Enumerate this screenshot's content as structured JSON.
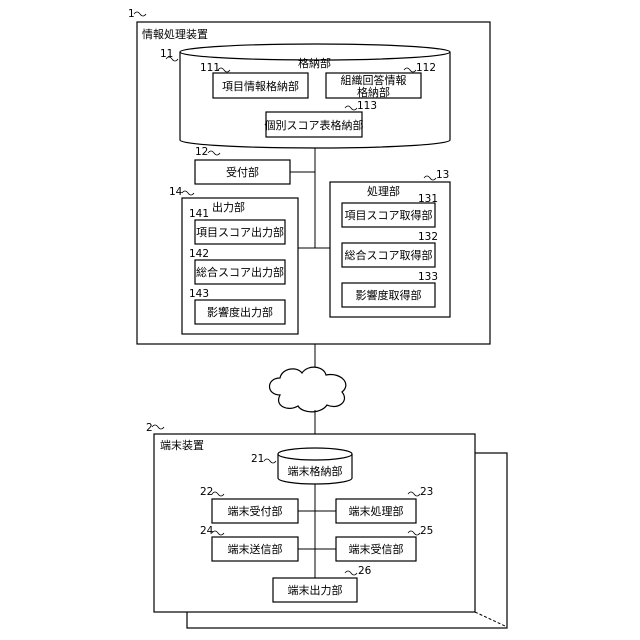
{
  "system": {
    "server": {
      "ref": "1",
      "title": "情報処理装置",
      "storage": {
        "ref": "11",
        "title": "格納部",
        "item_info": {
          "ref": "111",
          "label": "項目情報格納部"
        },
        "org_answer": {
          "ref": "112",
          "line1": "組織回答情報",
          "line2": "格納部"
        },
        "individual_score": {
          "ref": "113",
          "label": "個別スコア表格納部"
        }
      },
      "receiver": {
        "ref": "12",
        "label": "受付部"
      },
      "processor": {
        "ref": "13",
        "title": "処理部",
        "item_score_get": {
          "ref": "131",
          "label": "項目スコア取得部"
        },
        "total_score_get": {
          "ref": "132",
          "label": "総合スコア取得部"
        },
        "influence_get": {
          "ref": "133",
          "label": "影響度取得部"
        }
      },
      "output": {
        "ref": "14",
        "title": "出力部",
        "item_score_out": {
          "ref": "141",
          "label": "項目スコア出力部"
        },
        "total_score_out": {
          "ref": "142",
          "label": "総合スコア出力部"
        },
        "influence_out": {
          "ref": "143",
          "label": "影響度出力部"
        }
      }
    },
    "terminal": {
      "ref": "2",
      "title": "端末装置",
      "storage": {
        "ref": "21",
        "label": "端末格納部"
      },
      "receiver": {
        "ref": "22",
        "label": "端末受付部"
      },
      "processor": {
        "ref": "23",
        "label": "端末処理部"
      },
      "sender": {
        "ref": "24",
        "label": "端末送信部"
      },
      "recv_unit": {
        "ref": "25",
        "label": "端末受信部"
      },
      "output": {
        "ref": "26",
        "label": "端末出力部"
      }
    }
  }
}
